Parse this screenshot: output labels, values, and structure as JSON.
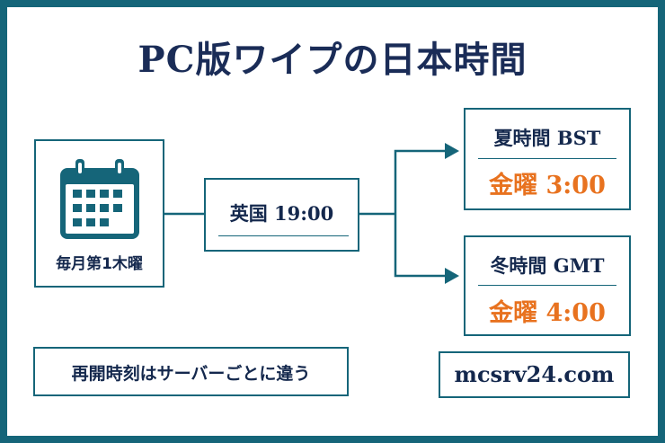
{
  "title": "PC版ワイプの日本時間",
  "calendar": {
    "icon": "calendar-icon",
    "label": "毎月第1木曜"
  },
  "uk": {
    "label": "英国 19:00"
  },
  "summer": {
    "label": "夏時間 BST",
    "time": "金曜 3:00"
  },
  "winter": {
    "label": "冬時間 GMT",
    "time": "金曜 4:00"
  },
  "note": "再開時刻はサーバーごとに違う",
  "site": "mcsrv24.com",
  "colors": {
    "frame": "#156579",
    "text": "#14284d",
    "accent": "#e8721f"
  }
}
